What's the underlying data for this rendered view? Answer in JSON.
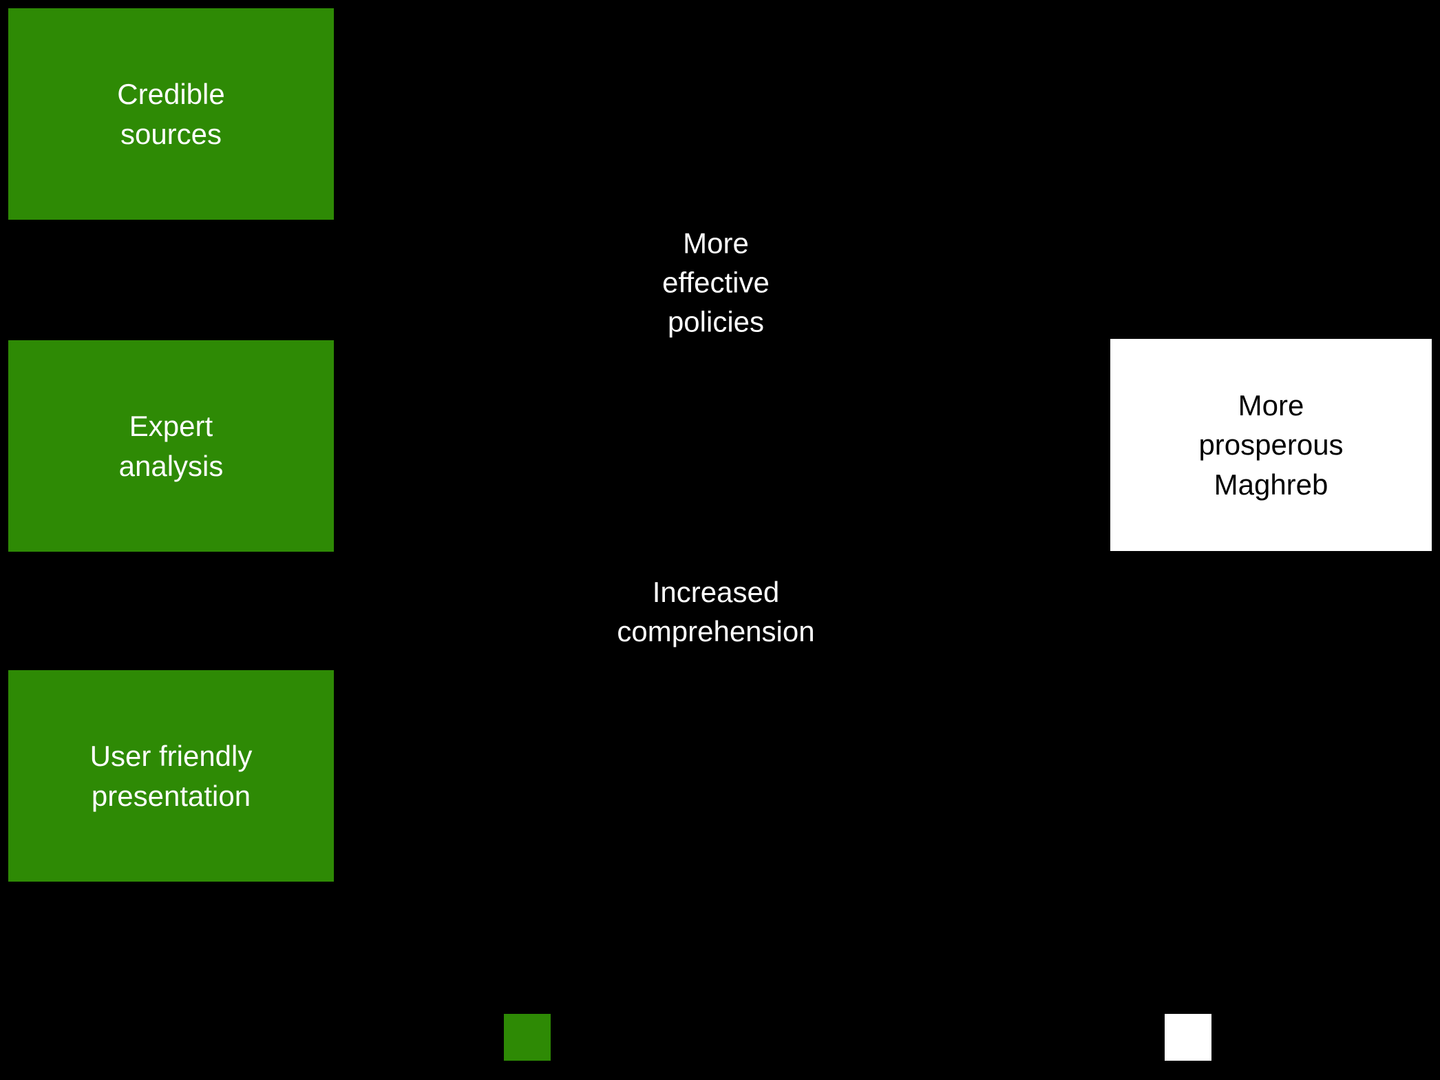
{
  "diagram": {
    "inputs": [
      {
        "label": "Credible sources"
      },
      {
        "label": "Expert analysis"
      },
      {
        "label": "User friendly presentation"
      }
    ],
    "intermediate_outcomes": [
      {
        "label": "More effective policies"
      },
      {
        "label": "Increased comprehension"
      }
    ],
    "impact": {
      "label": "More prosperous Maghreb"
    },
    "legend": [
      {
        "name": "green-swatch",
        "color": "#2E8A05"
      },
      {
        "name": "white-swatch",
        "color": "#FFFFFF"
      }
    ],
    "colors": {
      "background": "#000000",
      "input_box_fill": "#2E8A05",
      "impact_box_fill": "#FFFFFF",
      "text_on_dark": "#FFFFFF",
      "text_on_light": "#000000"
    }
  }
}
